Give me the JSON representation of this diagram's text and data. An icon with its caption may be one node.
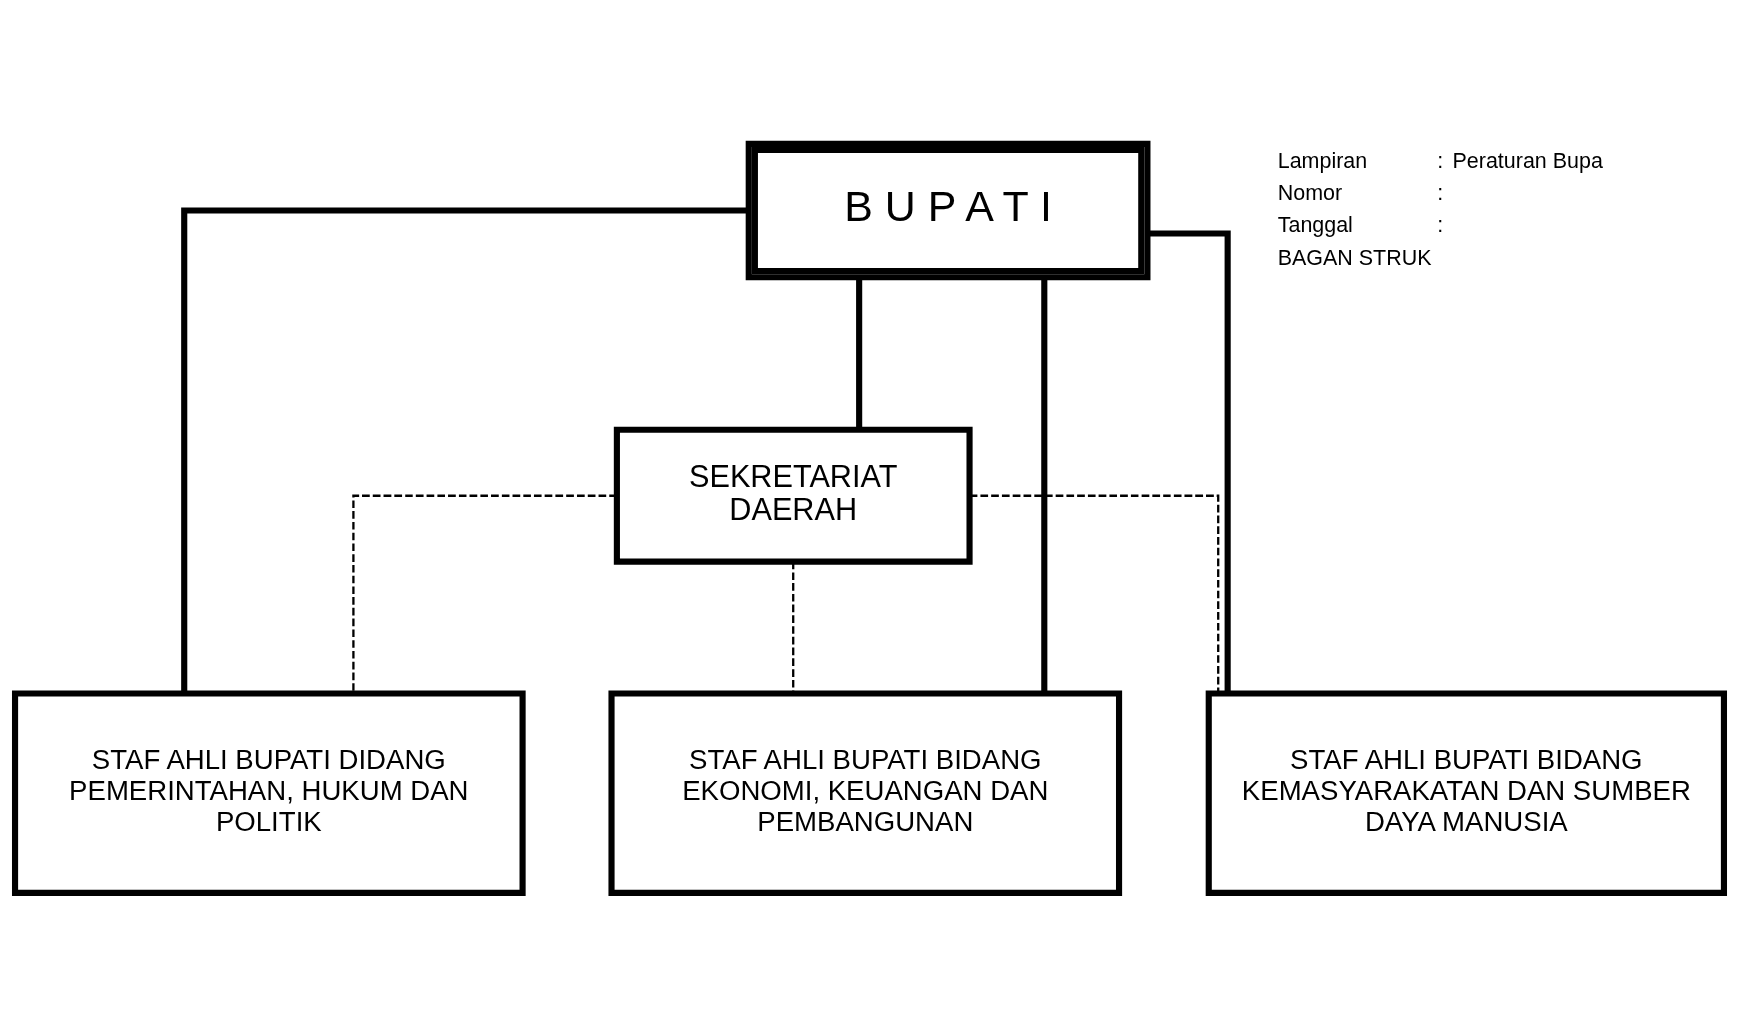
{
  "diagram": {
    "nodes": [
      {
        "text": [
          "B U P A T I"
        ]
      },
      {
        "text": [
          "SEKRETARIAT DAERAH"
        ]
      },
      {
        "text": [
          "STAF AHLI BUPATI DIDANG PEMERINTAHAN, HUKUM DAN POLITIK"
        ]
      },
      {
        "text": [
          "STAF AHLI BUPATI BIDANG EKONOMI, KEUANGAN DAN PEMBANGUNAN"
        ]
      },
      {
        "text": [
          "STAF AHLI BUPATI BIDANG KEMASYARAKATAN DAN SUMBER DAYA MANUSIA"
        ]
      }
    ],
    "edges": [
      {
        "from": 0,
        "to": 1,
        "arrow": "none"
      },
      {
        "from": 0,
        "to": 2,
        "arrow": "none"
      },
      {
        "from": 0,
        "to": 3,
        "arrow": "none"
      },
      {
        "from": 0,
        "to": 4,
        "arrow": "none"
      },
      {
        "from": 1,
        "to": 2,
        "arrow": "none",
        "style": "dashed"
      },
      {
        "from": 1,
        "to": 3,
        "arrow": "none",
        "style": "dashed"
      },
      {
        "from": 1,
        "to": 4,
        "arrow": "none",
        "style": "dashed"
      }
    ],
    "labels": [
      "Lampiran",
      ":",
      "Peraturan Bupa",
      "Nomor",
      ":",
      "Tanggal",
      ":",
      "BAGAN STRUK"
    ]
  }
}
